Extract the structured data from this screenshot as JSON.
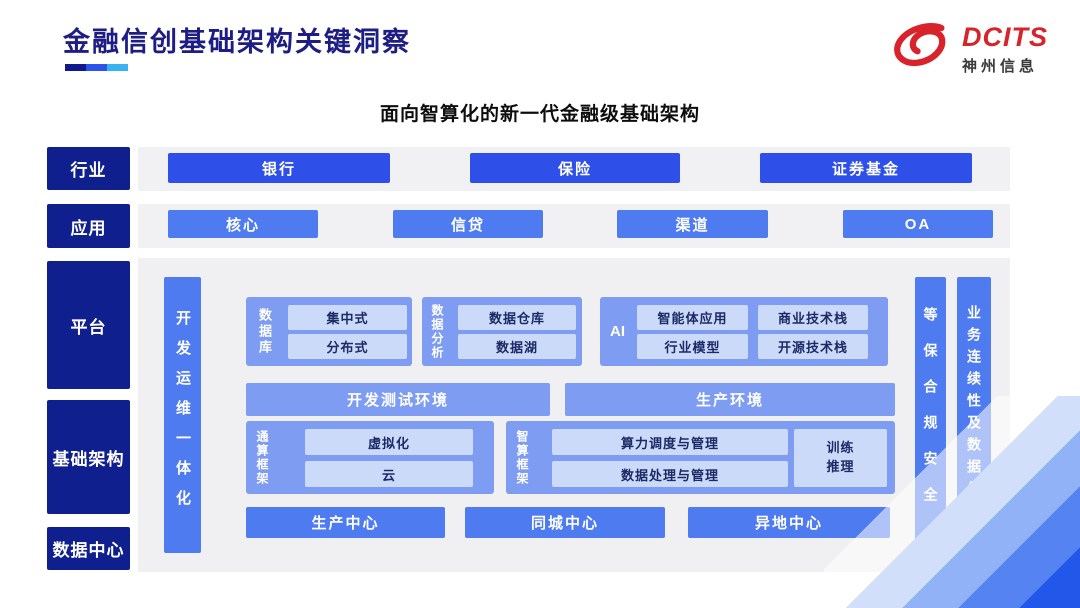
{
  "header": {
    "title": "金融信创基础架构关键洞察",
    "logo_brand": "DCITS",
    "logo_company": "神州信息"
  },
  "subtitle": "面向智算化的新一代金融级基础架构",
  "colors": {
    "rail_navy": "#101f8e",
    "bright_blue": "#2e50e9",
    "mid_blue": "#4e7bf0",
    "group_blue": "#7e9df2",
    "light_box_blue": "#cbdaf9",
    "light_box_text": "#1c2a66",
    "title_navy": "#1d1d84",
    "brand_red": "#d8232a"
  },
  "sidebar": {
    "items": [
      "行业",
      "应用",
      "平台",
      "基础架构",
      "数据中心"
    ]
  },
  "industry_row": {
    "items": [
      "银行",
      "保险",
      "证券基金"
    ]
  },
  "application_row": {
    "items": [
      "核心",
      "信贷",
      "渠道",
      "OA"
    ]
  },
  "platform": {
    "devops_bar": "开发运维一体化",
    "database_group": {
      "label": "数据库",
      "items": [
        "集中式",
        "分布式"
      ]
    },
    "analytics_group": {
      "label": "数据分析",
      "items": [
        "数据仓库",
        "数据湖"
      ]
    },
    "ai_group": {
      "label": "AI",
      "items": [
        "智能体应用",
        "商业技术栈",
        "行业模型",
        "开源技术栈"
      ]
    },
    "environments": [
      "开发测试环境",
      "生产环境"
    ],
    "general_compute_group": {
      "label": "通算框架",
      "items": [
        "虚拟化",
        "云"
      ]
    },
    "ai_compute_group": {
      "label": "智算框架",
      "items": [
        "算力调度与管理",
        "数据处理与管理"
      ],
      "side_box": [
        "训练",
        "推理"
      ]
    },
    "centers": [
      "生产中心",
      "同城中心",
      "异地中心"
    ],
    "security_bar": "等保合规安全",
    "continuity_bar": "业务连续性及数据保护"
  }
}
